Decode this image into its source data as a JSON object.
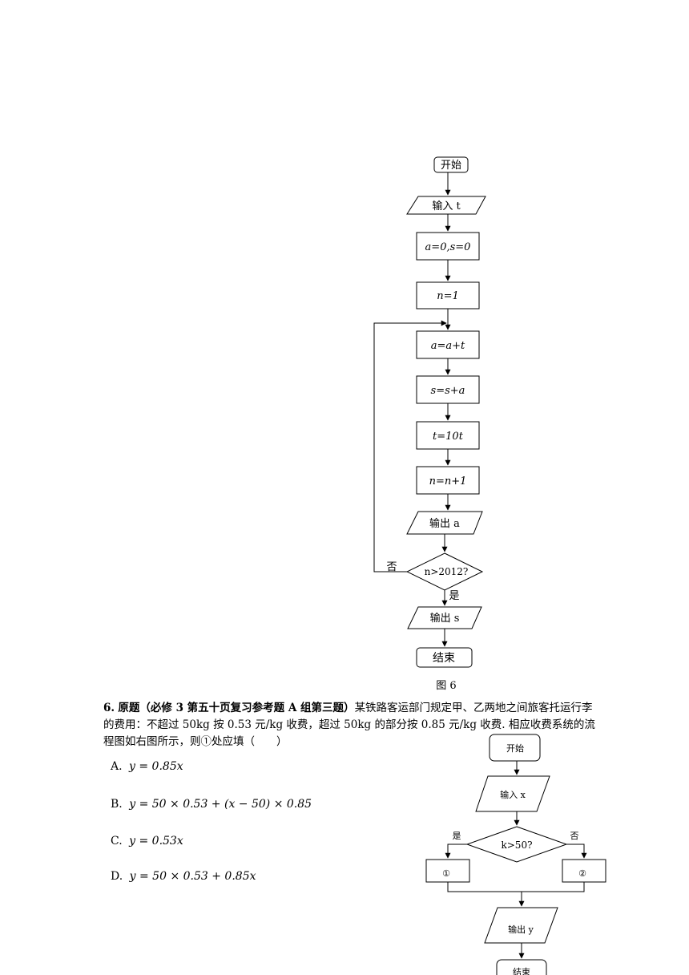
{
  "flowchart1": {
    "start": "开始",
    "input": "输入 t",
    "init_a_s": "a=0,s=0",
    "init_n": "n=1",
    "step_a": "a=a+t",
    "step_s": "s=s+a",
    "step_t": "t=10t",
    "step_n": "n=n+1",
    "output_a": "输出 a",
    "condition": "n>2012?",
    "no_label": "否",
    "yes_label": "是",
    "output_s": "输出 s",
    "end": "结束",
    "caption": "图 6"
  },
  "problem": {
    "number": "6.",
    "source": "原题（必修 3 第五十页复习参考题 A 组第三题）",
    "text": "某铁路客运部门规定甲、乙两地之间旅客托运行李的费用：不超过 50kg 按 0.53 元/kg 收费，超过 50kg 的部分按 0.85 元/kg 收费. 相应收费系统的流程图如右图所示，则①处应填（　　）",
    "options": [
      {
        "label": "A.",
        "formula": "y = 0.85x"
      },
      {
        "label": "B.",
        "formula": "y = 50 × 0.53 + (x − 50) × 0.85"
      },
      {
        "label": "C.",
        "formula": "y = 0.53x"
      },
      {
        "label": "D.",
        "formula": "y = 50 × 0.53 + 0.85x"
      }
    ]
  },
  "flowchart2": {
    "start": "开始",
    "input": "输入 x",
    "condition": "k>50?",
    "yes_label": "是",
    "no_label": "否",
    "box1": "①",
    "box2": "②",
    "output": "输出 y",
    "end": "结束"
  }
}
